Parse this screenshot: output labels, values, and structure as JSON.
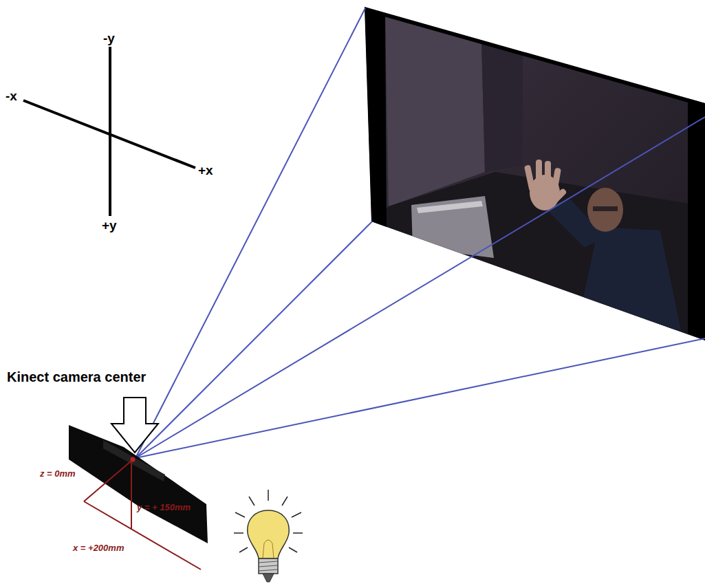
{
  "diagram": {
    "labels": [
      "-y",
      "-x",
      "+x",
      "+y",
      "Kinect camera center",
      "z = 0mm",
      "y = + 150mm",
      "x = +200mm"
    ]
  }
}
